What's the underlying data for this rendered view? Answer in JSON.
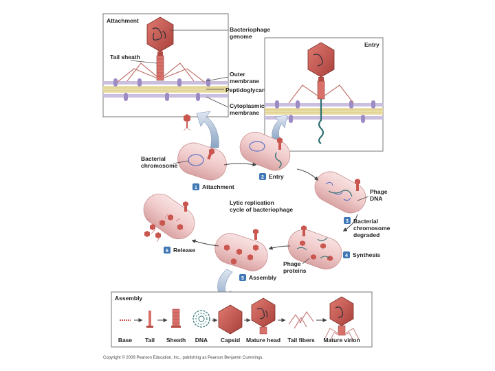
{
  "panels": {
    "attachment": {
      "title": "Attachment",
      "labels": {
        "genome": [
          "Bacteriophage",
          "genome"
        ],
        "tail_sheath": "Tail sheath",
        "outer_membrane": [
          "Outer",
          "membrane"
        ],
        "peptidoglycan": "Peptidoglycan",
        "cytoplasmic": [
          "Cytoplasmic",
          "membrane"
        ]
      }
    },
    "entry": {
      "title": "Entry"
    },
    "assembly": {
      "title": "Assembly",
      "parts": [
        "Base",
        "Tail",
        "Sheath",
        "DNA",
        "Capsid",
        "Mature head",
        "Tail fibers",
        "Mature virion"
      ]
    }
  },
  "cycle": {
    "center_label": [
      "Lytic replication",
      "cycle of bacteriophage"
    ],
    "bacterial_chromosome": [
      "Bacterial",
      "chromosome"
    ],
    "phage_dna": [
      "Phage",
      "DNA"
    ],
    "phage_proteins": [
      "Phage",
      "proteins"
    ],
    "degraded": [
      "Bacterial",
      "chromosome",
      "degraded"
    ],
    "steps": [
      {
        "num": "1",
        "label": "Attachment"
      },
      {
        "num": "2",
        "label": "Entry"
      },
      {
        "num": "3",
        "label": ""
      },
      {
        "num": "4",
        "label": "Synthesis"
      },
      {
        "num": "5",
        "label": "Assembly"
      },
      {
        "num": "6",
        "label": "Release"
      }
    ]
  },
  "colors": {
    "capsid": "#c9574f",
    "cell": "#f3d3d3",
    "cell_edge": "#c98f8f",
    "membrane": "#b9a8d4",
    "peptidoglycan": "#e6d79a",
    "chromosome": "#5b72c6",
    "badge": "#3f77b6"
  },
  "footer": {
    "copyright": "Copyright © 2009 Pearson Education, Inc., publishing as Pearson Benjamin Cummings."
  }
}
